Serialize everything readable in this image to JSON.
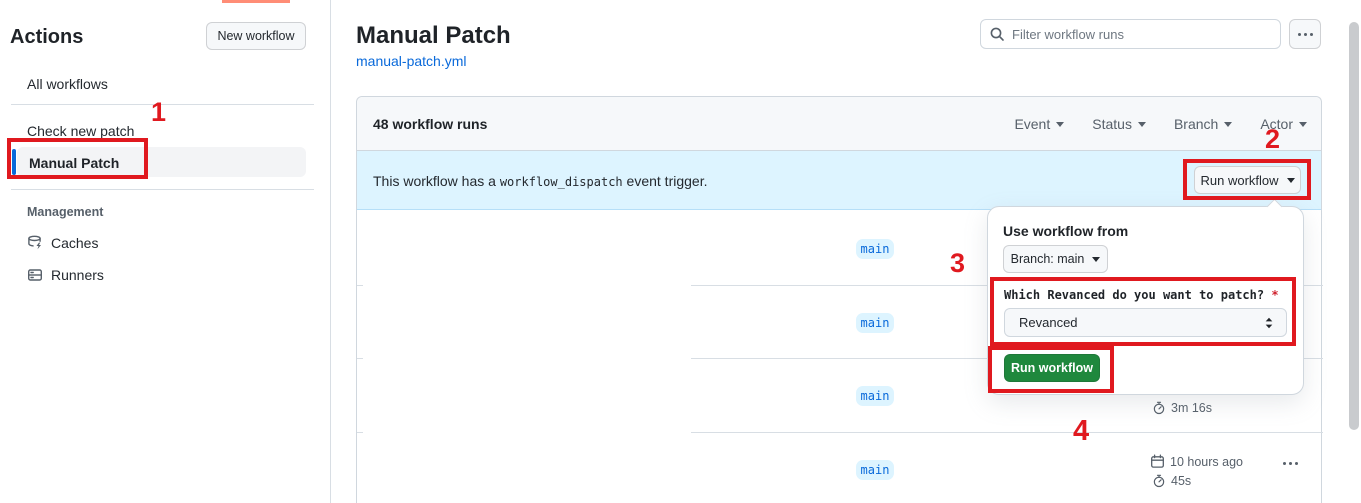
{
  "annotations": {
    "step1": "1",
    "step2": "2",
    "step3": "3",
    "step4": "4"
  },
  "sidebar": {
    "title": "Actions",
    "new_workflow_button": "New workflow",
    "items": [
      {
        "label": "All workflows"
      },
      {
        "label": "Check new patch"
      },
      {
        "label": "Manual Patch",
        "selected": true
      }
    ],
    "management": {
      "heading": "Management",
      "caches_label": "Caches",
      "runners_label": "Runners"
    }
  },
  "header": {
    "title": "Manual Patch",
    "file_link": "manual-patch.yml",
    "filter_placeholder": "Filter workflow runs"
  },
  "table": {
    "runs_count": "48 workflow runs",
    "filters": [
      {
        "label": "Event"
      },
      {
        "label": "Status"
      },
      {
        "label": "Branch"
      },
      {
        "label": "Actor"
      }
    ],
    "banner": {
      "text_before": "This workflow has a ",
      "code": "workflow_dispatch",
      "text_after": " event trigger.",
      "run_workflow_button": "Run workflow"
    },
    "rows": [
      {
        "branch": "main"
      },
      {
        "branch": "main"
      },
      {
        "branch": "main",
        "duration": "3m 16s"
      },
      {
        "branch": "main",
        "started": "10 hours ago",
        "duration": "45s"
      }
    ]
  },
  "run_dialog": {
    "heading": "Use workflow from",
    "branch_button": "Branch: main",
    "input_label": "Which Revanced do you want to patch?",
    "required_marker": "*",
    "input_value": "Revanced",
    "run_button": "Run workflow"
  },
  "colors": {
    "link_blue": "#0969da",
    "banner_bg": "#ddf4ff",
    "badge_text": "#0969da",
    "button_green": "#1f883d",
    "annotation_red": "#e0191f",
    "selected_accent": "#0969da"
  }
}
